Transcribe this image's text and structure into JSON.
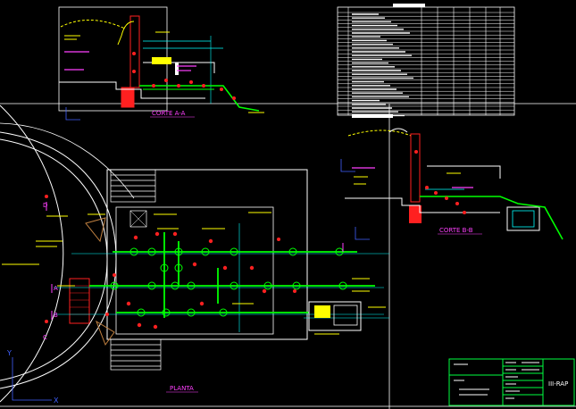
{
  "drawing": {
    "section_a_title": "CORTE A-A",
    "section_b_title": "CORTE B-B",
    "plan_title": "PLANTA",
    "section_marker_a": "A",
    "section_marker_b": "B",
    "section_marker_c": "C",
    "section_marker_d": "D",
    "ucs_x": "X",
    "ucs_y": "Y"
  },
  "title_block": {
    "code": "III-RAP"
  },
  "colors": {
    "background": "#000000",
    "wall": "#ffffff",
    "pipe": "#00ff00",
    "frame": "#ffffff",
    "accent_red": "#ff2020",
    "annotation_magenta": "#ff40ff",
    "annotation_yellow": "#ffff00",
    "structure_cyan": "#00ffff",
    "ucs_blue": "#4060ff",
    "brown": "#c08040",
    "title_block_green": "#00ff40"
  }
}
